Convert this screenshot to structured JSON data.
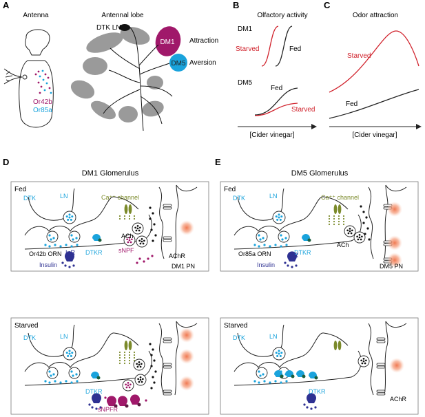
{
  "panels": {
    "A": {
      "letter": "A",
      "antenna_title": "Antenna",
      "lobe_title": "Antennal lobe",
      "dtk_ln": "DTK LN",
      "dm1": "DM1",
      "dm5": "DM5",
      "attraction": "Attraction",
      "aversion": "Aversion",
      "or42b": "Or42b",
      "or85a": "Or85a"
    },
    "B": {
      "letter": "B",
      "title": "Olfactory activity",
      "dm1": "DM1",
      "dm5": "DM5",
      "starved": "Starved",
      "fed": "Fed",
      "starved2": "Starved",
      "fed2": "Fed",
      "xlabel": "[Cider vinegar]"
    },
    "C": {
      "letter": "C",
      "title": "Odor attraction",
      "starved": "Starved",
      "fed": "Fed",
      "xlabel": "[Cider vinegar]"
    },
    "D": {
      "letter": "D",
      "title": "DM1 Glomerulus",
      "fed_box": {
        "state": "Fed",
        "dtk": "DTK",
        "ln": "LN",
        "ca": "Ca⁺⁺ channel",
        "ach": "ACh",
        "dtkr": "DTKR",
        "snpf": "sNPF",
        "achr": "AChR",
        "orn": "Or42b ORN",
        "inr": "InR",
        "insulin": "Insulin",
        "pn": "DM1 PN"
      },
      "starved_box": {
        "state": "Starved",
        "dtk": "DTK",
        "ln": "LN",
        "dtkr": "DTKR",
        "snpfr": "sNPFR"
      }
    },
    "E": {
      "letter": "E",
      "title": "DM5 Glomerulus",
      "fed_box": {
        "state": "Fed",
        "dtk": "DTK",
        "ln": "LN",
        "ca": "Ca⁺⁺ channel",
        "ach": "ACh",
        "dtkr": "DTKR",
        "orn": "Or85a ORN",
        "inr": "InR",
        "insulin": "Insulin",
        "pn": "DM5 PN"
      },
      "starved_box": {
        "state": "Starved",
        "dtk": "DTK",
        "ln": "LN",
        "dtkr": "DTKR",
        "achr": "AChR"
      }
    }
  },
  "colors": {
    "magenta": "#a0186a",
    "cyan": "#1aa3dc",
    "navy": "#2e3192",
    "olive": "#7b8a2a",
    "red": "#d0202a",
    "gray": "#9a9a9a",
    "glow": "#f07850"
  }
}
